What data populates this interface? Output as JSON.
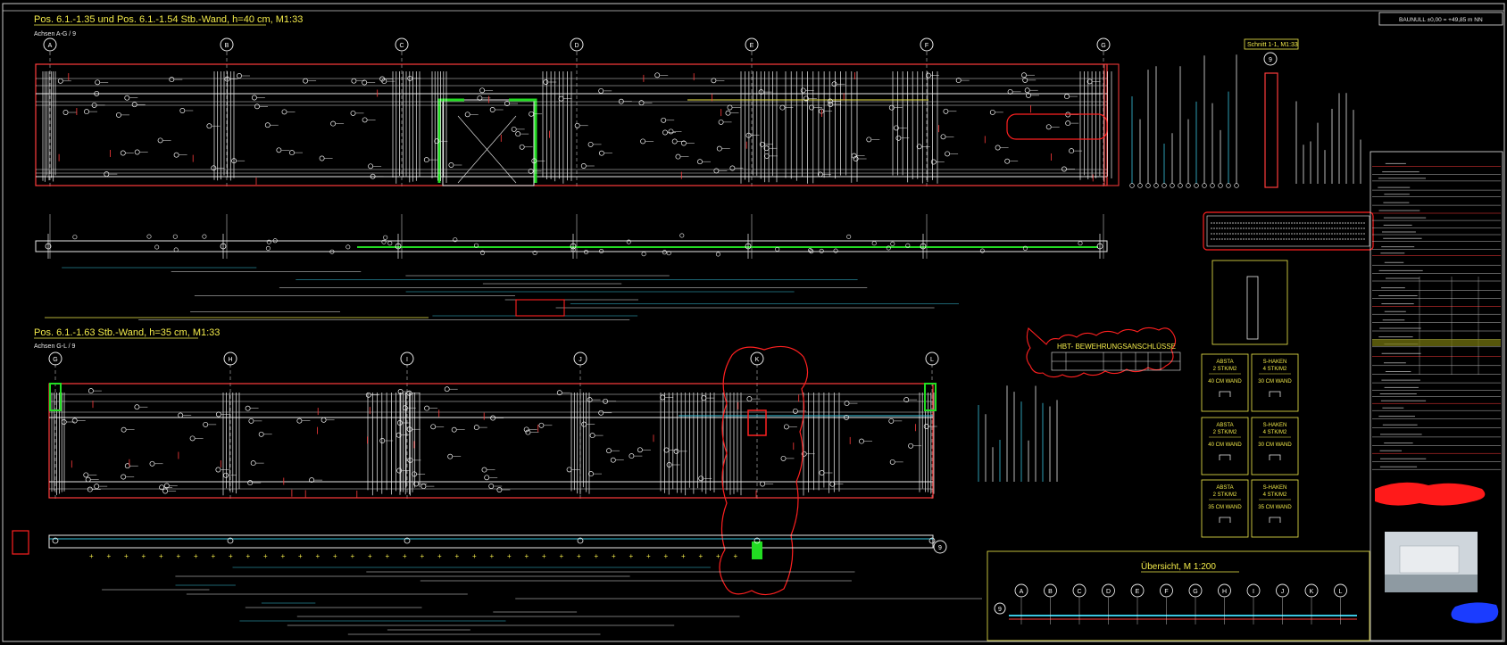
{
  "drawing": {
    "title_wall_1": "Pos. 6.1.-1.35 und Pos. 6.1.-1.54 Stb.-Wand, h=40 cm, M1:33",
    "axes_caption_1": "Achsen A-G / 9",
    "title_wall_2": "Pos. 6.1.-1.63 Stb.-Wand, h=35 cm, M1:33",
    "axes_caption_2": "Achsen G-L / 9",
    "section_title": "Schnitt 1-1, M1:33",
    "level_note": "BAUNULL ±0,00 = +49,85 m NN",
    "hbt_title": "HBT- BEWEHRUNGSANSCHLÜSSE",
    "overview_title": "Übersicht, M 1:200",
    "axes_wall_1": [
      "A",
      "B",
      "C",
      "D",
      "E",
      "F",
      "G"
    ],
    "axes_wall_2": [
      "G",
      "H",
      "I",
      "J",
      "K",
      "L"
    ],
    "overview_axes": [
      "A",
      "B",
      "C",
      "D",
      "E",
      "F",
      "G",
      "H",
      "I",
      "J",
      "K",
      "L"
    ],
    "section_marker": "9",
    "side_axis": "9",
    "overview_side": "9",
    "spacing_boxes": [
      {
        "left_a": "ABSTA",
        "left_b": "2 STK/M2",
        "left_c": "40 CM WAND",
        "right_a": "S-HAKEN",
        "right_b": "4 STK/M2",
        "right_c": "30 CM WAND"
      },
      {
        "left_a": "ABSTA",
        "left_b": "2 STK/M2",
        "left_c": "40 CM WAND",
        "right_a": "S-HAKEN",
        "right_b": "4 STK/M2",
        "right_c": "30 CM WAND"
      },
      {
        "left_a": "ABSTA",
        "left_b": "2 STK/M2",
        "left_c": "35 CM WAND",
        "right_a": "S-HAKEN",
        "right_b": "4 STK/M2",
        "right_c": "35 CM WAND"
      }
    ],
    "colors": {
      "background": "#000000",
      "title": "#f2ea4a",
      "rebar": "#ffffff",
      "concrete": "#ff3b3b",
      "dim": "#39c6e0",
      "highlight": "#22dd22",
      "markup": "#ff2020"
    }
  }
}
